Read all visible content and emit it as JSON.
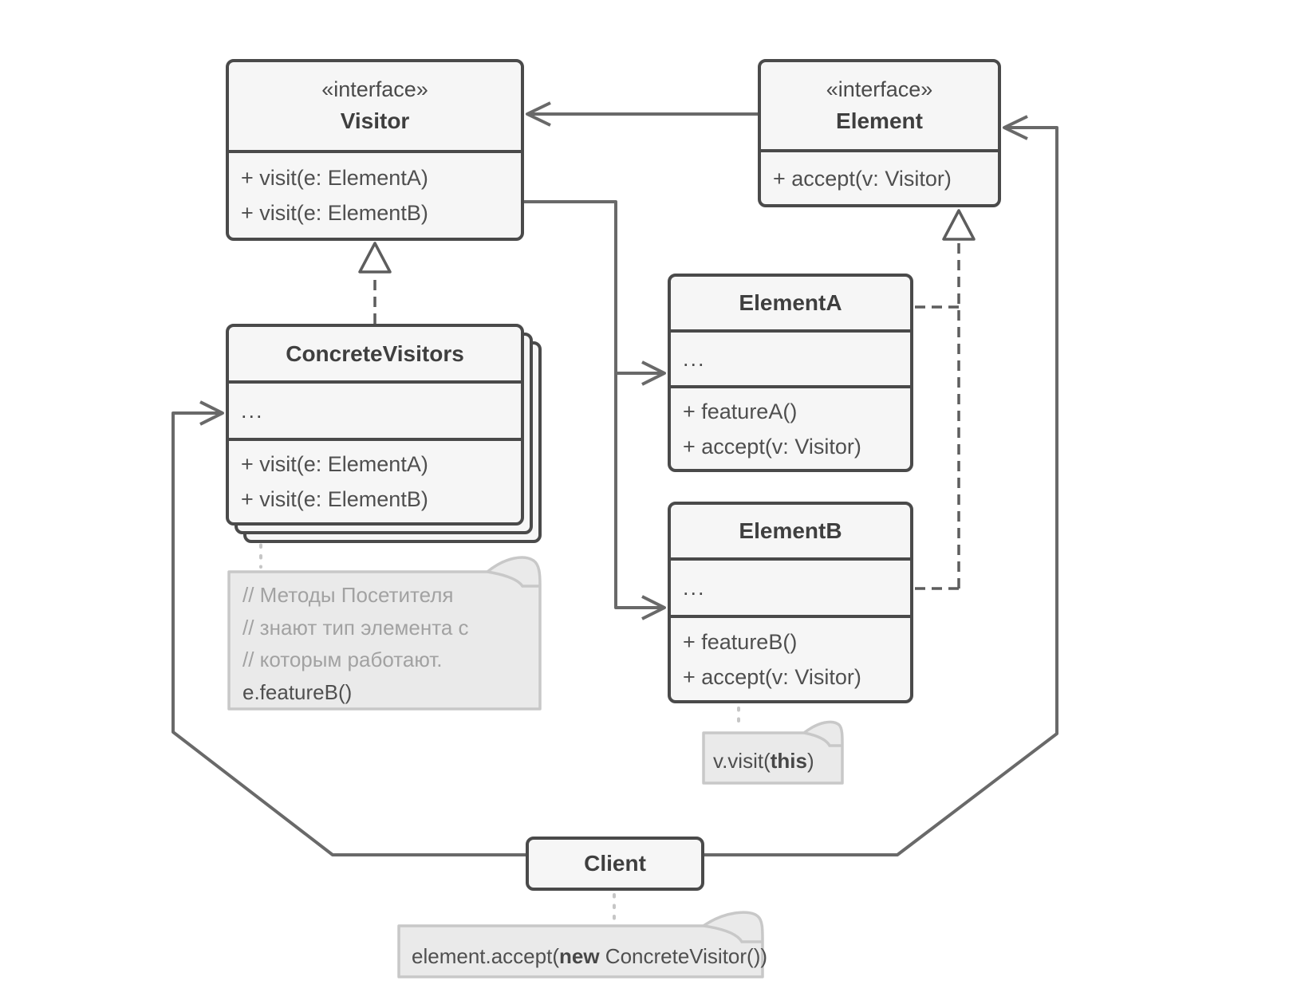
{
  "diagram_title": "Visitor design pattern UML diagram",
  "colors": {
    "box_border": "#4a4a4a",
    "box_fill": "#f6f6f6",
    "association_line": "#696969",
    "realization_line": "#5d5d5d",
    "note_fill": "#eaeaea",
    "note_border": "#c8c8c8",
    "note_muted_text": "#a2a2a2",
    "text": "#4a4a4a"
  },
  "classes": {
    "visitor": {
      "stereotype": "«interface»",
      "name": "Visitor",
      "methods": [
        "+ visit(e: ElementA)",
        "+ visit(e: ElementB)"
      ]
    },
    "element": {
      "stereotype": "«interface»",
      "name": "Element",
      "methods": [
        "+ accept(v: Visitor)"
      ]
    },
    "concrete_visitors": {
      "name": "ConcreteVisitors",
      "more": "...",
      "methods": [
        "+ visit(e: ElementA)",
        "+ visit(e: ElementB)"
      ]
    },
    "element_a": {
      "name": "ElementA",
      "more": "...",
      "methods": [
        "+ featureA()",
        "+ accept(v: Visitor)"
      ]
    },
    "element_b": {
      "name": "ElementB",
      "more": "...",
      "methods": [
        "+ featureB()",
        "+ accept(v: Visitor)"
      ]
    },
    "client": {
      "name": "Client"
    }
  },
  "notes": {
    "visitor_methods_note": {
      "line1": "// Методы Посетителя",
      "line2": "// знают тип элемента с",
      "line3": "// которым работают.",
      "line4": "e.featureB()"
    },
    "element_b_note": {
      "pre": "v.visit(",
      "bold": "this",
      "post": ")"
    },
    "client_note": {
      "pre": "element.accept(",
      "bold": "new",
      "post": " ConcreteVisitor())"
    }
  },
  "relations": [
    "Element depends on Visitor (arrow)",
    "ConcreteVisitors implements Visitor (dashed, hollow triangle)",
    "ElementA and ElementB implement Element (dashed, hollow triangle)",
    "Visitor associated to ElementA and ElementB",
    "Client associated to ConcreteVisitors and Element"
  ]
}
